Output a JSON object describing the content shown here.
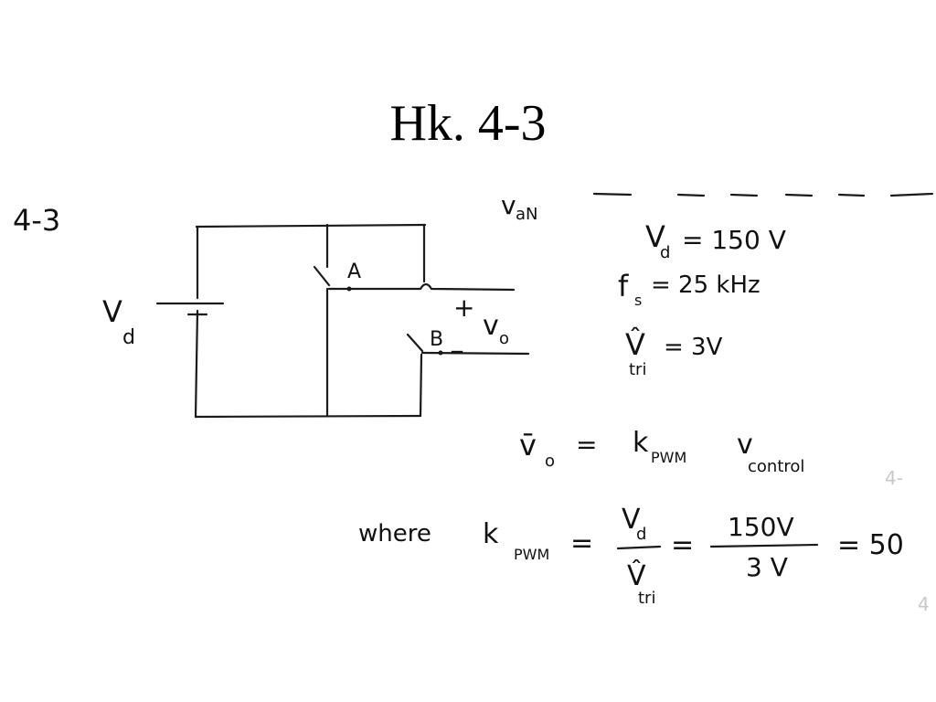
{
  "slide": {
    "title": "Hk. 4-3"
  },
  "notes": {
    "problem_label": "4-3",
    "top_fragment": "v",
    "top_fragment_sub": "aN",
    "given": [
      {
        "symbol": "V",
        "sub": "d",
        "rhs": "= 150 V"
      },
      {
        "symbol": "f",
        "sub": "s",
        "rhs": "= 25 kHz"
      },
      {
        "symbol": "V̂",
        "sub": "tri",
        "rhs": "= 3V"
      }
    ],
    "avg_eq": {
      "lhs": "v̄",
      "lhs_sub": "o",
      "eq": "=",
      "k": "k",
      "k_sub": "PWM",
      "v": "v",
      "v_sub": "control"
    },
    "where_eq": {
      "where": "where",
      "k": "k",
      "k_sub": "PWM",
      "eq1": "=",
      "frac1_num": "V",
      "frac1_num_sub": "d",
      "frac1_den": "V̂",
      "frac1_den_sub": "tri",
      "eq2": "=",
      "frac2_num": "150V",
      "frac2_den": "3 V",
      "eq3": "= 50"
    },
    "margin_marks": [
      "4-",
      "4"
    ]
  },
  "circuit": {
    "source_label": "V",
    "source_sub": "d",
    "switch_a": "A",
    "switch_b": "B",
    "plus": "+",
    "minus": "_",
    "output": "v",
    "output_sub": "o"
  }
}
